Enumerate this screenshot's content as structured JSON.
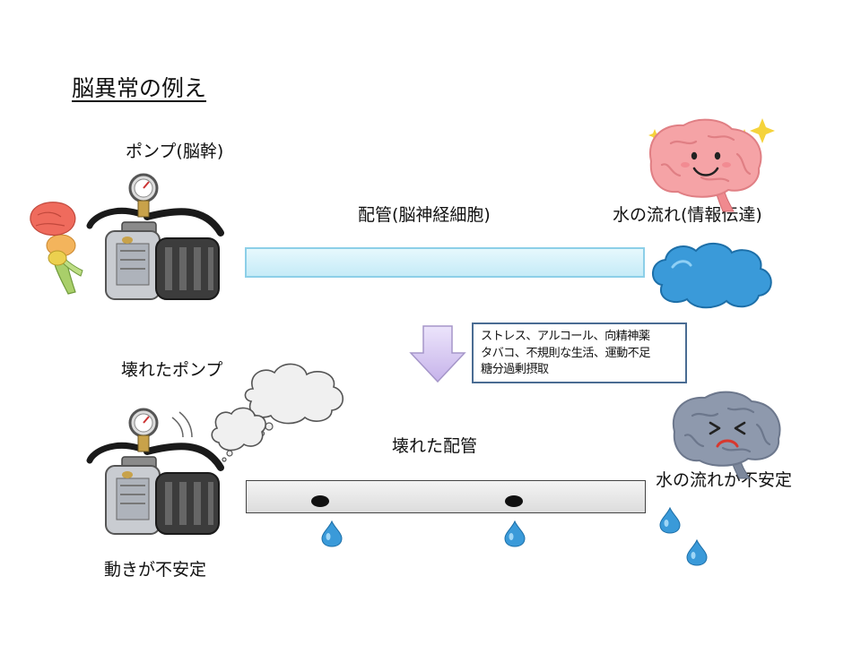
{
  "title": "脳異常の例え",
  "pump_label": "ポンプ(脳幹)",
  "pipe_label": "配管(脳神経細胞)",
  "water_label": "水の流れ(情報伝達)",
  "cause_box": {
    "lines": [
      "ストレス、アルコール、向精神薬",
      "タバコ、不規則な生活、運動不足",
      "糖分過剰摂取"
    ]
  },
  "broken_pump_label": "壊れたポンプ",
  "broken_pipe_label": "壊れた配管",
  "unstable_water_label": "水の流れが不安定",
  "unstable_pump_label": "動きが不安定",
  "colors": {
    "pipe_good": "#c5ebf7",
    "pipe_bad": "#dcdcdc",
    "water_cloud": "#3a9ad9",
    "happy_brain": "#f5a3a6",
    "sad_brain": "#8e99ad",
    "arrow": "#d3c4ef",
    "box_border": "#4a6c93",
    "sparkle": "#f5d33b"
  }
}
